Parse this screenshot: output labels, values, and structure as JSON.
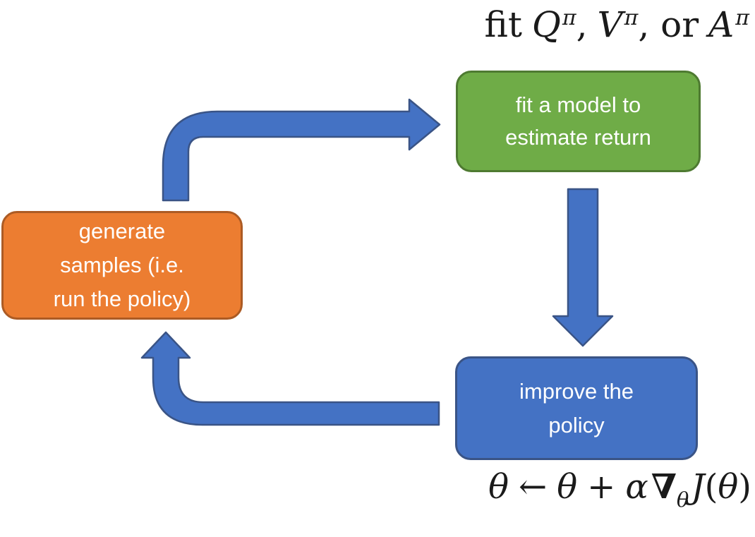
{
  "top_formula": {
    "prefix": "fit",
    "term1_base": "Q",
    "term1_sup": "π",
    "sep1": ",",
    "term2_base": "V",
    "term2_sup": "π",
    "sep2": ", or",
    "term3_base": "A",
    "term3_sup": "π"
  },
  "boxes": {
    "fit_model": {
      "line1": "fit a model to",
      "line2": "estimate return",
      "fill": "#6FAC47",
      "border": "#4E7A31",
      "text_color": "#FFFFFF"
    },
    "generate_samples": {
      "line1": "generate",
      "line2": "samples (i.e.",
      "line3": "run the policy)",
      "fill": "#EC7D31",
      "border": "#AC5B24",
      "text_color": "#FFFFFF"
    },
    "improve_policy": {
      "line1": "improve the",
      "line2": "policy",
      "fill": "#4472C4",
      "border": "#3A5486",
      "text_color": "#FFFFFF"
    }
  },
  "arrows": {
    "fill": "#4472C4",
    "stroke": "#3A5486"
  },
  "bottom_formula": {
    "theta_lhs": "θ",
    "assign": "←",
    "theta_rhs": "θ",
    "plus": "+",
    "alpha": "α",
    "nabla": "∇",
    "grad_subscript": "θ",
    "objective": "J",
    "lparen": "(",
    "arg": "θ",
    "rparen": ")"
  }
}
